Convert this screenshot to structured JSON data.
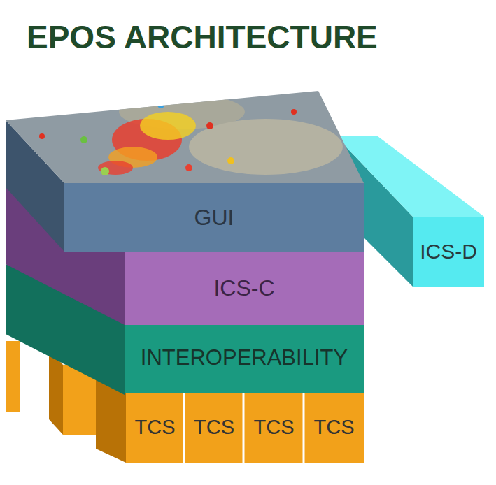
{
  "diagram": {
    "title": "EPOS ARCHITECTURE",
    "nodes": [
      {
        "text": [
          "GUI"
        ]
      },
      {
        "text": [
          "ICS-C"
        ]
      },
      {
        "text": [
          "ICS-D"
        ]
      },
      {
        "text": [
          "INTEROPERABILITY"
        ]
      },
      {
        "text": [
          "TCS"
        ]
      },
      {
        "text": [
          "TCS"
        ]
      },
      {
        "text": [
          "TCS"
        ]
      },
      {
        "text": [
          "TCS"
        ]
      }
    ]
  }
}
